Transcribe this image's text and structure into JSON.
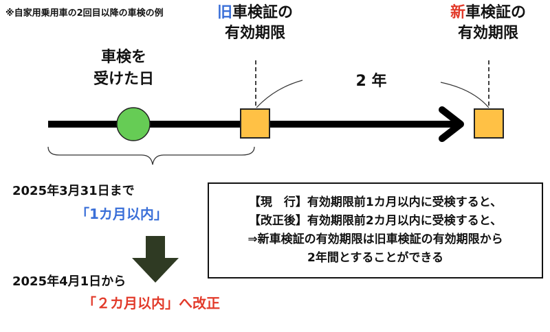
{
  "note": "※自家用乗用車の2回目以降の車検の例",
  "old_cert": {
    "prefix": "旧",
    "line1_rest": "車検証の",
    "line2": "有効期限",
    "prefix_color": "#3a6fd8"
  },
  "new_cert": {
    "prefix": "新",
    "line1_rest": "車検証の",
    "line2": "有効期限",
    "prefix_color": "#e23a2a"
  },
  "inspection_label": {
    "line1": "車検を",
    "line2": "受けた日"
  },
  "period_label": "2 年",
  "until": {
    "date": "2025年3月31日まで",
    "range": "「1カ月以内」"
  },
  "from": {
    "date": "2025年4月1日から",
    "range": "「２カ月以内」へ改正"
  },
  "info_box": {
    "line1": "【現　行】有効期限前1カ月以内に受検すると、",
    "line2": "【改正後】有効期限前2カ月以内に受検すると、",
    "line3": "⇒新車検証の有効期限は旧車検証の有効期限から",
    "line4": "2年間とすることができる"
  },
  "colors": {
    "circle": "#66cc55",
    "square": "#ffc145",
    "down_arrow": "#2f3a23",
    "timeline": "#000000"
  }
}
